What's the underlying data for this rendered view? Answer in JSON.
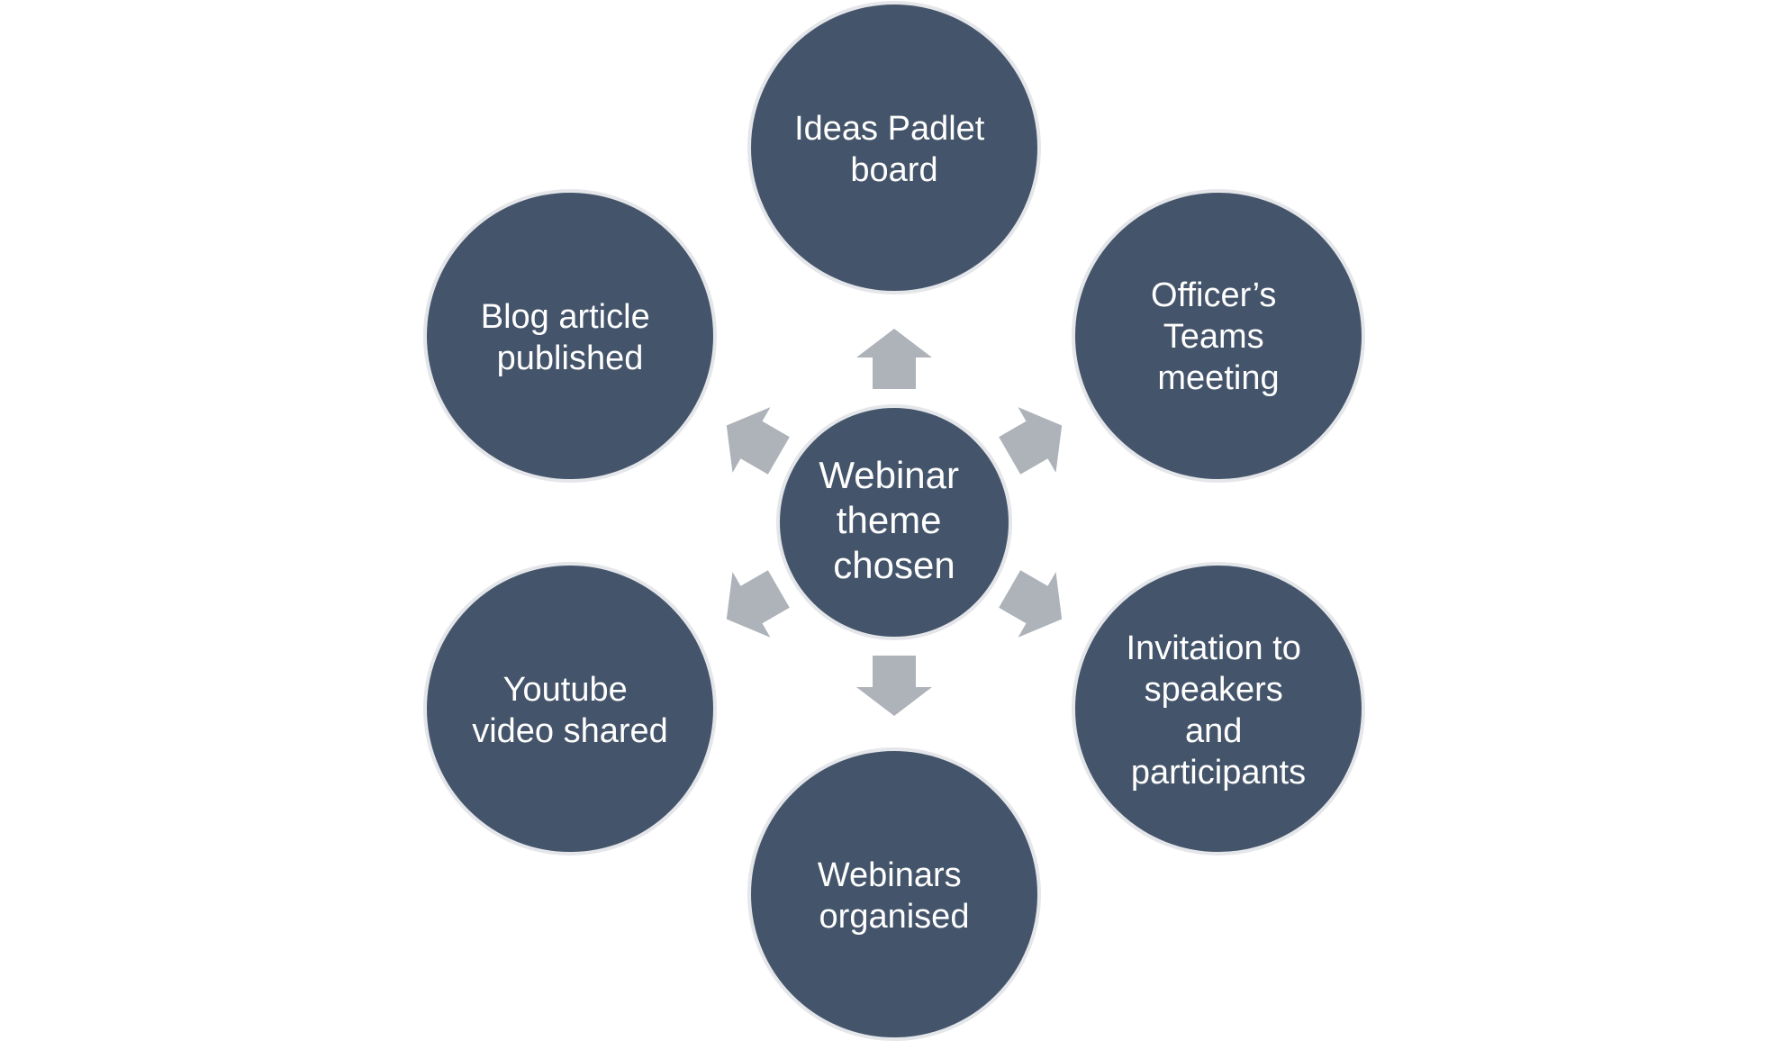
{
  "diagram": {
    "type": "radial-cycle",
    "colors": {
      "node_fill": "#44546a",
      "node_border": "#e4e6ea",
      "arrow_fill": "#aeb3ba",
      "text": "#ffffff",
      "background": "#ffffff"
    },
    "center": {
      "lines": [
        "Webinar",
        "theme",
        "chosen"
      ]
    },
    "nodes": [
      {
        "id": "ideas-padlet-board",
        "lines": [
          "Ideas Padlet",
          "board"
        ]
      },
      {
        "id": "officers-teams-meeting",
        "lines": [
          "Officer’s",
          "Teams",
          "meeting"
        ]
      },
      {
        "id": "invitation-speakers-participants",
        "lines": [
          "Invitation to",
          "speakers",
          "and",
          "participants"
        ]
      },
      {
        "id": "webinars-organised",
        "lines": [
          "Webinars",
          "organised"
        ]
      },
      {
        "id": "youtube-video-shared",
        "lines": [
          "Youtube",
          "video shared"
        ]
      },
      {
        "id": "blog-article-published",
        "lines": [
          "Blog article",
          "published"
        ]
      }
    ]
  }
}
